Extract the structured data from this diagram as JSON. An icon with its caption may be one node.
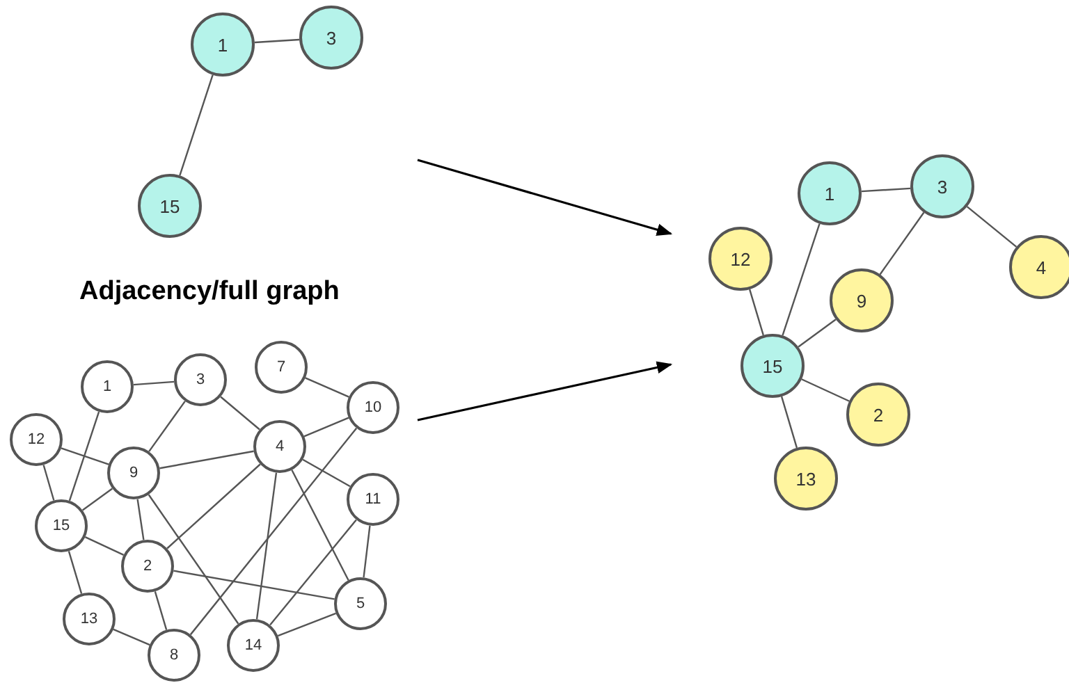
{
  "diagram": {
    "nodes": [
      {
        "text": [
          "1"
        ]
      },
      {
        "text": [
          "3"
        ]
      },
      {
        "text": [
          "15"
        ]
      },
      {
        "text": [
          "1"
        ]
      },
      {
        "text": [
          "3"
        ]
      },
      {
        "text": [
          "12"
        ]
      },
      {
        "text": [
          "4"
        ]
      },
      {
        "text": [
          "9"
        ]
      },
      {
        "text": [
          "15"
        ]
      },
      {
        "text": [
          "2"
        ]
      },
      {
        "text": [
          "13"
        ]
      },
      {
        "text": [
          "1"
        ]
      },
      {
        "text": [
          "3"
        ]
      },
      {
        "text": [
          "7"
        ]
      },
      {
        "text": [
          "10"
        ]
      },
      {
        "text": [
          "12"
        ]
      },
      {
        "text": [
          "9"
        ]
      },
      {
        "text": [
          "4"
        ]
      },
      {
        "text": [
          "11"
        ]
      },
      {
        "text": [
          "15"
        ]
      },
      {
        "text": [
          "2"
        ]
      },
      {
        "text": [
          "5"
        ]
      },
      {
        "text": [
          "13"
        ]
      },
      {
        "text": [
          "8"
        ]
      },
      {
        "text": [
          "14"
        ]
      }
    ],
    "edges": [
      {
        "from": 0,
        "to": 1,
        "arrow": "none"
      },
      {
        "from": 0,
        "to": 2,
        "arrow": "none"
      },
      {
        "from": 3,
        "to": 4,
        "arrow": "none"
      },
      {
        "from": 3,
        "to": 8,
        "arrow": "none"
      },
      {
        "from": 4,
        "to": 7,
        "arrow": "none"
      },
      {
        "from": 4,
        "to": 6,
        "arrow": "none"
      },
      {
        "from": 5,
        "to": 8,
        "arrow": "none"
      },
      {
        "from": 8,
        "to": 7,
        "arrow": "none"
      },
      {
        "from": 8,
        "to": 9,
        "arrow": "none"
      },
      {
        "from": 8,
        "to": 10,
        "arrow": "none"
      },
      {
        "from": 11,
        "to": 12,
        "arrow": "none"
      },
      {
        "from": 11,
        "to": 19,
        "arrow": "none"
      },
      {
        "from": 12,
        "to": 16,
        "arrow": "none"
      },
      {
        "from": 12,
        "to": 17,
        "arrow": "none"
      },
      {
        "from": 13,
        "to": 14,
        "arrow": "none"
      },
      {
        "from": 14,
        "to": 17,
        "arrow": "none"
      },
      {
        "from": 14,
        "to": 23,
        "arrow": "none"
      },
      {
        "from": 15,
        "to": 16,
        "arrow": "none"
      },
      {
        "from": 15,
        "to": 19,
        "arrow": "none"
      },
      {
        "from": 16,
        "to": 17,
        "arrow": "none"
      },
      {
        "from": 16,
        "to": 19,
        "arrow": "none"
      },
      {
        "from": 16,
        "to": 20,
        "arrow": "none"
      },
      {
        "from": 16,
        "to": 24,
        "arrow": "none"
      },
      {
        "from": 17,
        "to": 20,
        "arrow": "none"
      },
      {
        "from": 17,
        "to": 24,
        "arrow": "none"
      },
      {
        "from": 17,
        "to": 18,
        "arrow": "none"
      },
      {
        "from": 17,
        "to": 21,
        "arrow": "none"
      },
      {
        "from": 18,
        "to": 21,
        "arrow": "none"
      },
      {
        "from": 18,
        "to": 24,
        "arrow": "none"
      },
      {
        "from": 19,
        "to": 20,
        "arrow": "none"
      },
      {
        "from": 19,
        "to": 22,
        "arrow": "none"
      },
      {
        "from": 20,
        "to": 21,
        "arrow": "none"
      },
      {
        "from": 20,
        "to": 23,
        "arrow": "none"
      },
      {
        "from": 22,
        "to": 23,
        "arrow": "none"
      },
      {
        "from": 21,
        "to": 24,
        "arrow": "none"
      }
    ],
    "labels": [
      "Adjacency/full graph"
    ]
  }
}
